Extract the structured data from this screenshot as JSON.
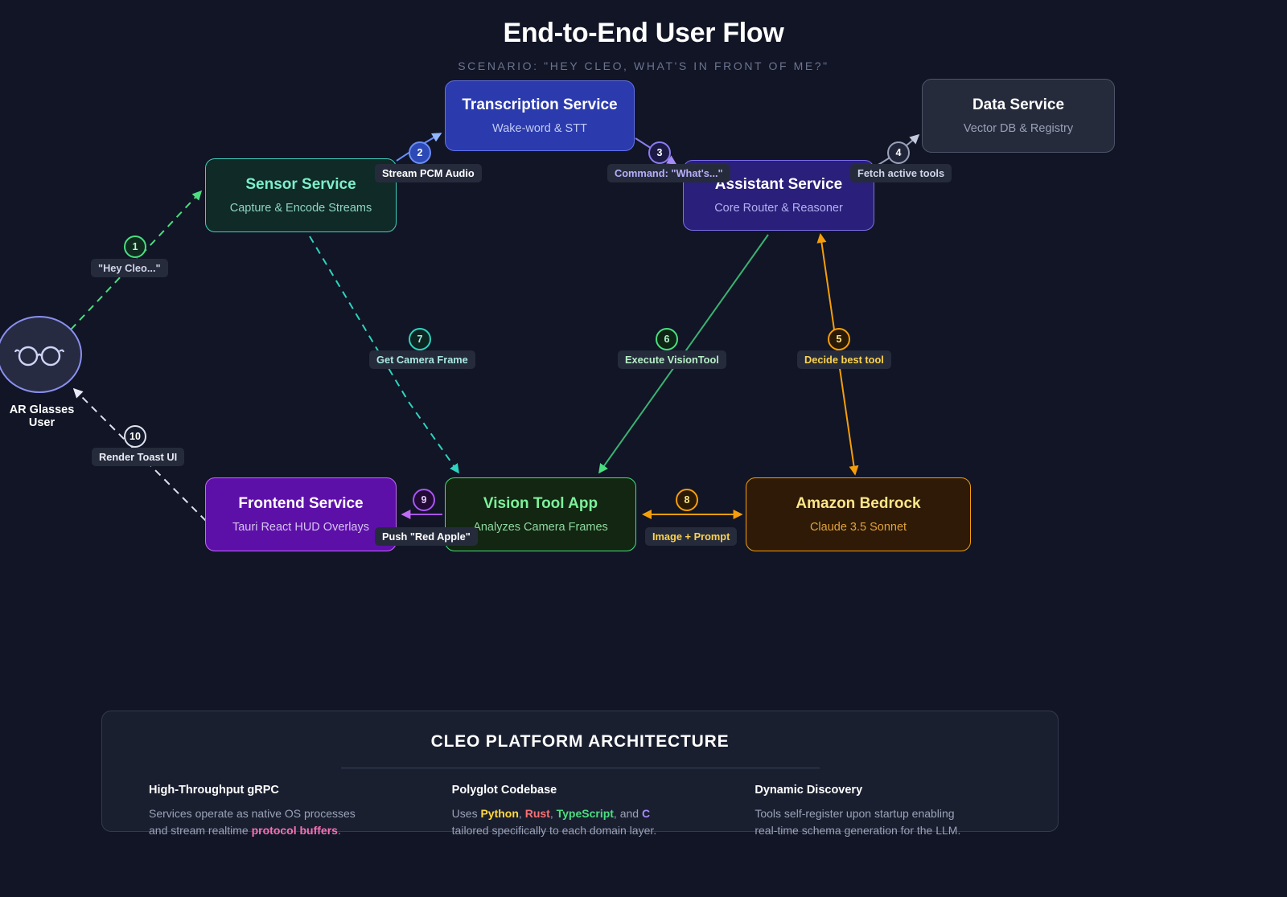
{
  "header": {
    "title": "End-to-End User Flow",
    "subtitle": "SCENARIO: \"HEY CLEO, WHAT'S IN FRONT OF ME?\""
  },
  "actor": {
    "label": "AR Glasses User",
    "icon": "glasses-icon"
  },
  "nodes": {
    "transcription": {
      "title": "Transcription Service",
      "subtitle": "Wake-word & STT"
    },
    "data": {
      "title": "Data Service",
      "subtitle": "Vector DB & Registry"
    },
    "sensor": {
      "title": "Sensor Service",
      "subtitle": "Capture & Encode Streams"
    },
    "assistant": {
      "title": "Assistant Service",
      "subtitle": "Core Router & Reasoner"
    },
    "frontend": {
      "title": "Frontend Service",
      "subtitle": "Tauri React HUD Overlays"
    },
    "vision": {
      "title": "Vision Tool App",
      "subtitle": "Analyzes Camera Frames"
    },
    "bedrock": {
      "title": "Amazon Bedrock",
      "subtitle": "Claude 3.5 Sonnet"
    }
  },
  "steps": [
    {
      "num": "1",
      "label": "\"Hey Cleo...\"",
      "from": "AR Glasses User",
      "to": "Sensor Service",
      "color": "#4ade80"
    },
    {
      "num": "2",
      "label": "Stream PCM Audio",
      "from": "Sensor Service",
      "to": "Transcription Service",
      "color": "#93b4ff"
    },
    {
      "num": "3",
      "label": "Command: \"What's...\"",
      "from": "Transcription Service",
      "to": "Assistant Service",
      "color": "#a78bfa"
    },
    {
      "num": "4",
      "label": "Fetch active tools",
      "from": "Assistant Service",
      "to": "Data Service",
      "color": "#c3c9dc"
    },
    {
      "num": "5",
      "label": "Decide best tool",
      "from": "Amazon Bedrock",
      "to": "Assistant Service",
      "color": "#f59e0b"
    },
    {
      "num": "6",
      "label": "Execute VisionTool",
      "from": "Assistant Service",
      "to": "Vision Tool App",
      "color": "#4ade80"
    },
    {
      "num": "7",
      "label": "Get Camera Frame",
      "from": "Sensor Service",
      "to": "Vision Tool App",
      "color": "#2dd4bf"
    },
    {
      "num": "8",
      "label": "Image + Prompt",
      "from": "Vision Tool App",
      "to": "Amazon Bedrock",
      "color": "#f59e0b"
    },
    {
      "num": "9",
      "label": "Push \"Red Apple\"",
      "from": "Vision Tool App",
      "to": "Frontend Service",
      "color": "#c06bf5"
    },
    {
      "num": "10",
      "label": "Render Toast UI",
      "from": "Frontend Service",
      "to": "AR Glasses User",
      "color": "#ffffff"
    }
  ],
  "panel": {
    "title": "CLEO PLATFORM ARCHITECTURE",
    "columns": [
      {
        "heading": "High-Throughput gRPC",
        "line1": "Services operate as native OS processes",
        "line2_prefix": "and stream realtime ",
        "line2_keyword": "protocol buffers",
        "line2_suffix": "."
      },
      {
        "heading": "Polyglot Codebase",
        "line1_prefix": "Uses ",
        "kw_python": "Python",
        "kw_rust": "Rust",
        "kw_typescript": "TypeScript",
        "kw_c": "C",
        "line1_and": ", and ",
        "line2": "tailored specifically to each domain layer."
      },
      {
        "heading": "Dynamic Discovery",
        "line1": "Tools self-register upon startup enabling",
        "line2": "real-time schema generation for the LLM."
      }
    ]
  },
  "colors": {
    "background": "#111525",
    "panel_bg": "#1a1f30",
    "label_bg": "#262b3c"
  }
}
